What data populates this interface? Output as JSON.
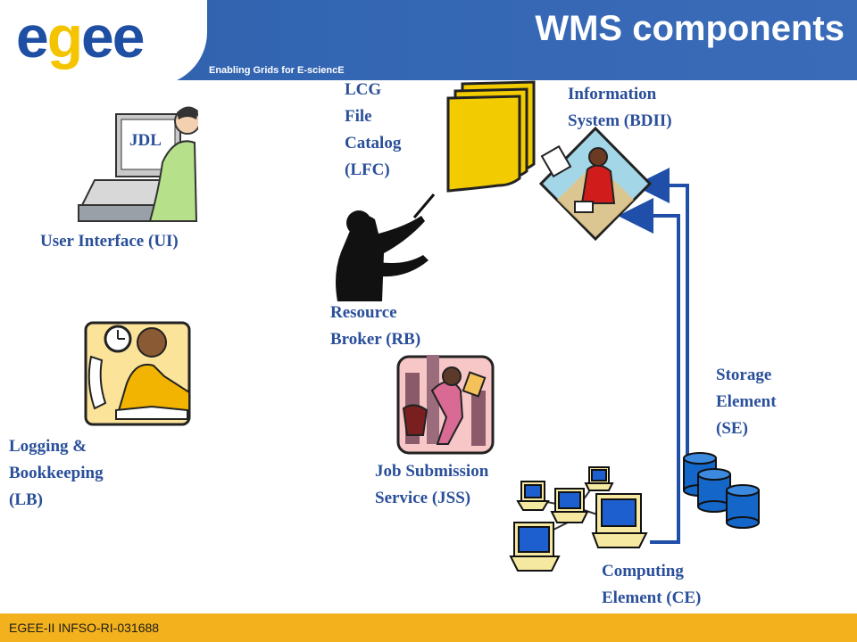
{
  "header": {
    "logo_text": "egee",
    "tagline": "Enabling Grids for E-sciencE",
    "title": "WMS components"
  },
  "footer": {
    "text": "EGEE-II INFSO-RI-031688"
  },
  "components": {
    "ui": {
      "screen_label": "JDL",
      "label": "User Interface (UI)"
    },
    "lfc": {
      "label": "LCG\nFile\nCatalog\n(LFC)"
    },
    "bdii": {
      "label": "Information\nSystem (BDII)"
    },
    "rb": {
      "label": "Resource\nBroker (RB)"
    },
    "lb": {
      "label": "Logging &\nBookkeeping\n(LB)"
    },
    "jss": {
      "label": "Job Submission\nService (JSS)"
    },
    "se": {
      "label": "Storage\nElement\n(SE)"
    },
    "ce": {
      "label": "Computing\nElement (CE)"
    }
  },
  "colors": {
    "header_blue": "#3366b3",
    "label_blue": "#2a4f9a",
    "footer_gold": "#f3b21d",
    "arrow_blue": "#1f4fa8"
  }
}
